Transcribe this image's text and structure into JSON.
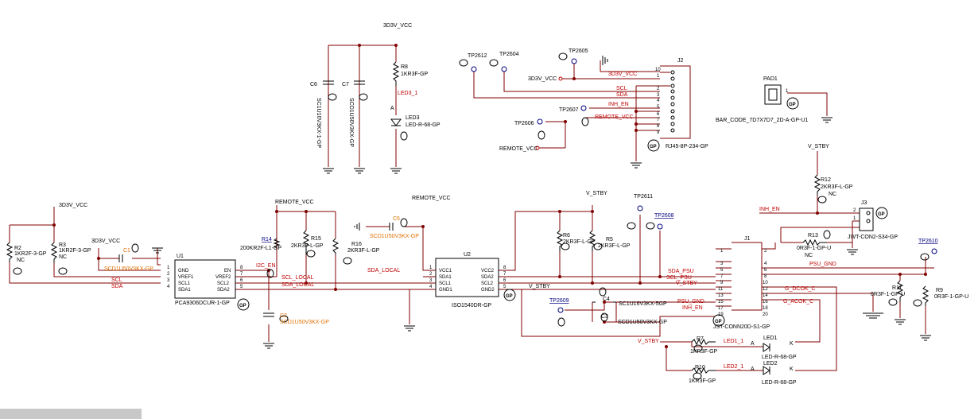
{
  "colors": {
    "wire": "#800000",
    "symbol": "#000000",
    "highlight": "#e07000",
    "net_red": "#c00000"
  },
  "icons": {
    "gp_badge": "GP",
    "probe_icon": "marker-icon",
    "ground": "ground-icon"
  },
  "labels": {
    "net_3v3_top": "3D3V_VCC",
    "c6": "C6",
    "c6_val": "SC1U10V3KX-1-GP",
    "c7": "C7",
    "c7_val": "SCD1U50V3KX-GP",
    "r8": "R8",
    "r8_val": "1KR3F-GP",
    "led3_1": "LED3_1",
    "anode_a": "A",
    "led3": "LED3",
    "led3_val": "LED-R-68-GP",
    "tp2612": "TP2612",
    "tp2604": "TP2604",
    "tp2605": "TP2605",
    "j2": "J2",
    "j2_val": "RJ45-8P-234-GP",
    "net_3v3_j2": "3D3V_VCC",
    "net_3v3_j2_in": "3D3V_VCC",
    "scl": "SCL",
    "sda": "SDA",
    "inh_en": "INH_EN",
    "tp2607": "TP2607",
    "tp2606": "TP2606",
    "remote_vcc_j2": "REMOTE_VCC",
    "remote_vcc_tp": "REMOTE_VCC",
    "pad1": "PAD1",
    "pad1_val": "BAR_CODE_7D7X7D7_2D-A-GP-U1",
    "v_stby_r12": "V_STBY",
    "r12": "R12",
    "r12_val": "2KR3F-L-GP",
    "nc": "NC",
    "inh_en_j3": "INH_EN",
    "j3": "J3",
    "j3_val": "JWT-CON2-S34-GP",
    "r13": "R13",
    "r13_val": "0R3F-1-GP-U",
    "psu_gnd": "PSU_GND",
    "tp2610": "TP2610",
    "r11": "R11",
    "r11_val": "0R3F-1-GP-U",
    "r9": "R9",
    "r9_val": "0R3F-1-GP-U",
    "g_dcok": "G_DCOK_C",
    "g_acok": "G_ACOK_C",
    "j1": "J1",
    "j1_val": "JST-CONN20D-S1-GP",
    "net_3v3_left": "3D3V_VCC",
    "r2": "R2",
    "r2_val": "1KR2F-3-GP",
    "r3": "R3",
    "r3_val": "1KR2F-3-GP",
    "net_3v3_c1": "3D3V_VCC",
    "c1": "C1",
    "c1_val": "SCD1U50V3KX-GP",
    "u1": "U1",
    "u1_val": "PCA9306DCUR-1-GP",
    "u1_gnd": "GND",
    "u1_vref1": "VREF1",
    "u1_scl1": "SCL1",
    "u1_sda1": "SDA1",
    "u1_en": "EN",
    "u1_vref2": "VREF2",
    "u1_scl2": "SCL2",
    "u1_sda2": "SDA2",
    "remote_vcc_top": "REMOTE_VCC",
    "r14": "R14",
    "r14_val": "200KR2F-L1-GP",
    "r15": "R15",
    "r15_val": "2KR3F-L-GP",
    "r16": "R16",
    "r16_val": "2KR3F-L-GP",
    "c5": "C5",
    "c5_val": "SCD1U50V3KX-GP",
    "i2c_en": "I2C_EN",
    "scl_local": "SCL_LOCAL",
    "sda_local": "SDA_LOCAL",
    "sda_local2": "SDA_LOCAL",
    "c2": "C2",
    "c2_val": "SCD1U50V3KX-GP",
    "remote_vcc_u2": "REMOTE_VCC",
    "u2": "U2",
    "u2_val": "ISO1540DR-GP",
    "u2_vcc1": "VCC1",
    "u2_sda1": "SDA1",
    "u2_scl1": "SCL1",
    "u2_gnd1": "GND1",
    "u2_vcc2": "VCC2",
    "u2_sda2": "SDA2",
    "u2_scl2": "SCL2",
    "u2_gnd2": "GND2",
    "v_stby_top": "V_STBY",
    "tp2611": "TP2611",
    "tp2608": "TP2608",
    "r6": "R6",
    "r6_val": "2KR3F-L-GP",
    "r5": "R5",
    "r5_val": "2KR3F-L-GP",
    "sda_psu": "SDA_PSU",
    "scl_psu": "SCL_PSU",
    "v_stby_j1": "V_STBY",
    "v_stby_u2": "V_STBY",
    "psu_gnd2": "PSU_GND",
    "inh_en2": "INH_EN",
    "tp2609": "TP2609",
    "c4": "C4",
    "c4_val": "SC1U16V3KX-5GP",
    "c3": "C3",
    "c3_val": "SCD1U50V3KX-GP",
    "r7": "R7",
    "r7_val": "1KR3F-GP",
    "led1_1": "LED1_1",
    "led1": "LED1",
    "led1_val": "LED-R-68-GP",
    "v_stby_r7": "V_STBY",
    "r10": "R10",
    "r10_val": "1KR3F-GP",
    "led2_1": "LED2_1",
    "led2": "LED2",
    "led2_val": "LED-R-68-GP",
    "a1": "A",
    "k1": "K",
    "a2": "A",
    "k2": "K"
  }
}
